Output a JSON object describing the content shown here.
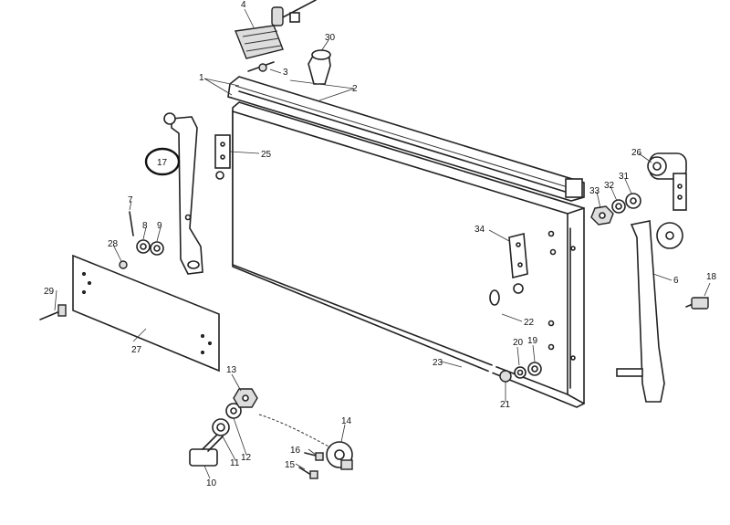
{
  "callouts": {
    "c1": "1",
    "c2": "2",
    "c3": "3",
    "c4": "4",
    "c6": "6",
    "c7": "7",
    "c8": "8",
    "c9": "9",
    "c10": "10",
    "c11": "11",
    "c12": "12",
    "c13": "13",
    "c14": "14",
    "c15": "15",
    "c16": "16",
    "c17": "17",
    "c18": "18",
    "c19": "19",
    "c20": "20",
    "c21": "21",
    "c22": "22",
    "c23": "23",
    "c25": "25",
    "c26": "26",
    "c27": "27",
    "c28": "28",
    "c29": "29",
    "c30": "30",
    "c31": "31",
    "c32": "32",
    "c33": "33",
    "c34": "34"
  },
  "highlight": {
    "callout": "17",
    "color": "#111111"
  }
}
